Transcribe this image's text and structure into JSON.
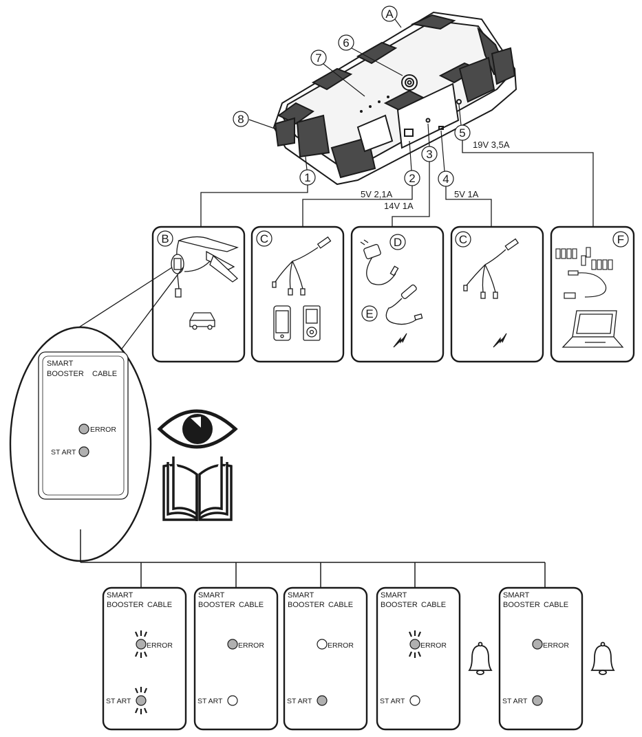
{
  "callouts": {
    "device": "A",
    "jumper_cables": "B",
    "usb_cable_left": "C",
    "charger": "D",
    "car_charger": "E",
    "usb_cable_right": "C",
    "laptop_adapter": "F",
    "port_1": "1",
    "port_2": "2",
    "port_3": "3",
    "port_4": "4",
    "port_5": "5",
    "power_button": "6",
    "indicator": "7",
    "flashlight": "8"
  },
  "outputs": {
    "port_2": "5V 2,1A",
    "port_3": "14V 1A",
    "port_4": "5V 1A",
    "port_5": "19V 3,5A"
  },
  "smart_cable": {
    "title_line1": "SMART",
    "title_line2": "BOOSTER",
    "title_cable": "CABLE",
    "error_label": "ERROR",
    "start_label": "ST ART"
  },
  "status_states": [
    {
      "error": "blinking",
      "start": "blinking",
      "alarm": false
    },
    {
      "error": "on",
      "start": "off",
      "alarm": false
    },
    {
      "error": "off",
      "start": "on",
      "alarm": false
    },
    {
      "error": "blinking",
      "start": "off",
      "alarm": true
    },
    {
      "error": "on",
      "start": "on",
      "alarm": true
    }
  ],
  "icons": [
    "car-icon",
    "phone-icon",
    "media-player-icon",
    "lightning-icon",
    "laptop-icon",
    "eye-icon",
    "manual-book-icon",
    "bell-icon"
  ],
  "colors": {
    "line": "#1a1a1a",
    "led_on": "#b0b0b0",
    "led_off": "#ffffff",
    "device_dark": "#4a4a4a"
  }
}
